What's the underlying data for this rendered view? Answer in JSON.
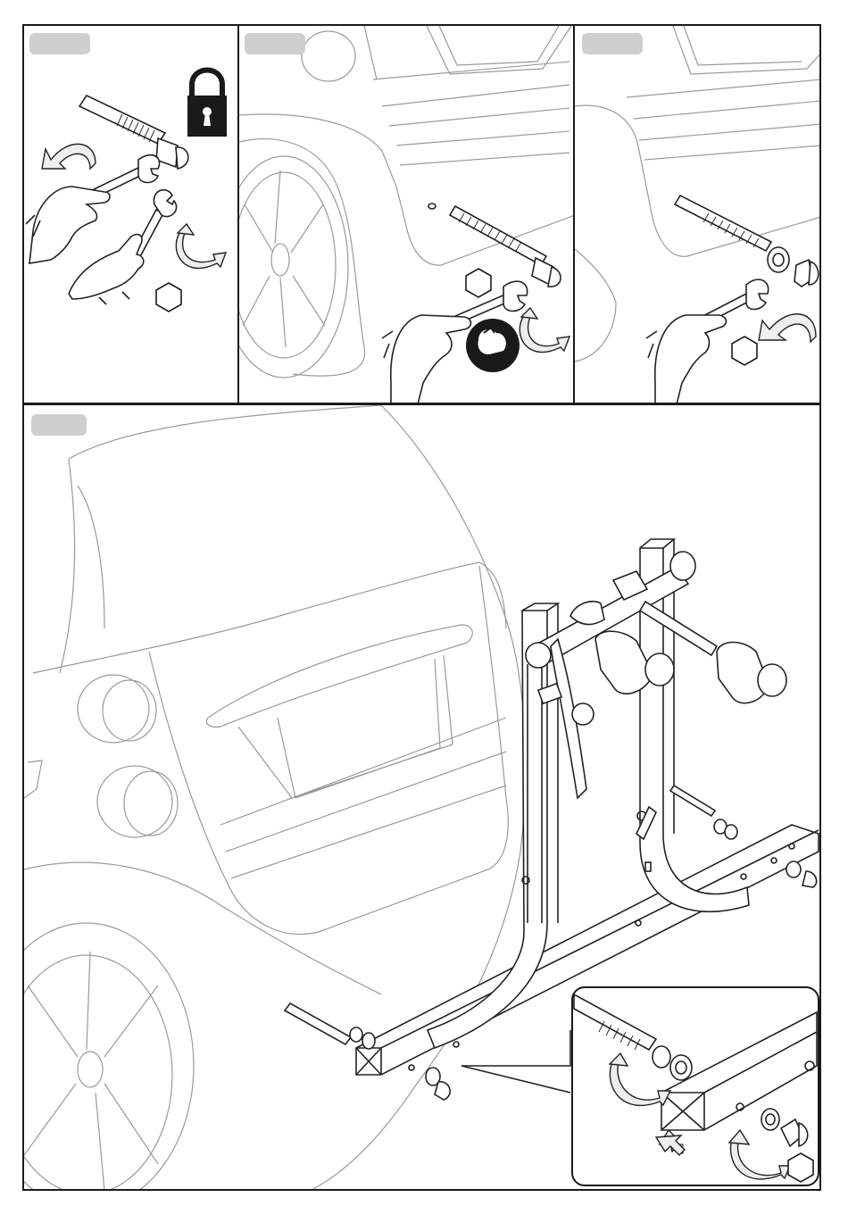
{
  "sheet": {
    "panels": [
      {
        "id": "step-1",
        "step_label": ""
      },
      {
        "id": "step-2",
        "step_label": ""
      },
      {
        "id": "step-3",
        "step_label": ""
      },
      {
        "id": "step-4",
        "step_label": ""
      }
    ]
  },
  "icons": {
    "lock": "padlock-icon",
    "hex": "hex-nut-icon",
    "strength": "tighten-firmly-icon",
    "rotate_cw": "rotate-clockwise-arrow-icon",
    "rotate_ccw": "rotate-counterclockwise-arrow-icon",
    "push": "push-arrow-icon"
  },
  "colors": {
    "line": "#1a1a1a",
    "car_line": "#9a9a9a",
    "tag_fill": "#cfcfcf",
    "icon_fill": "#1a1a1a"
  }
}
